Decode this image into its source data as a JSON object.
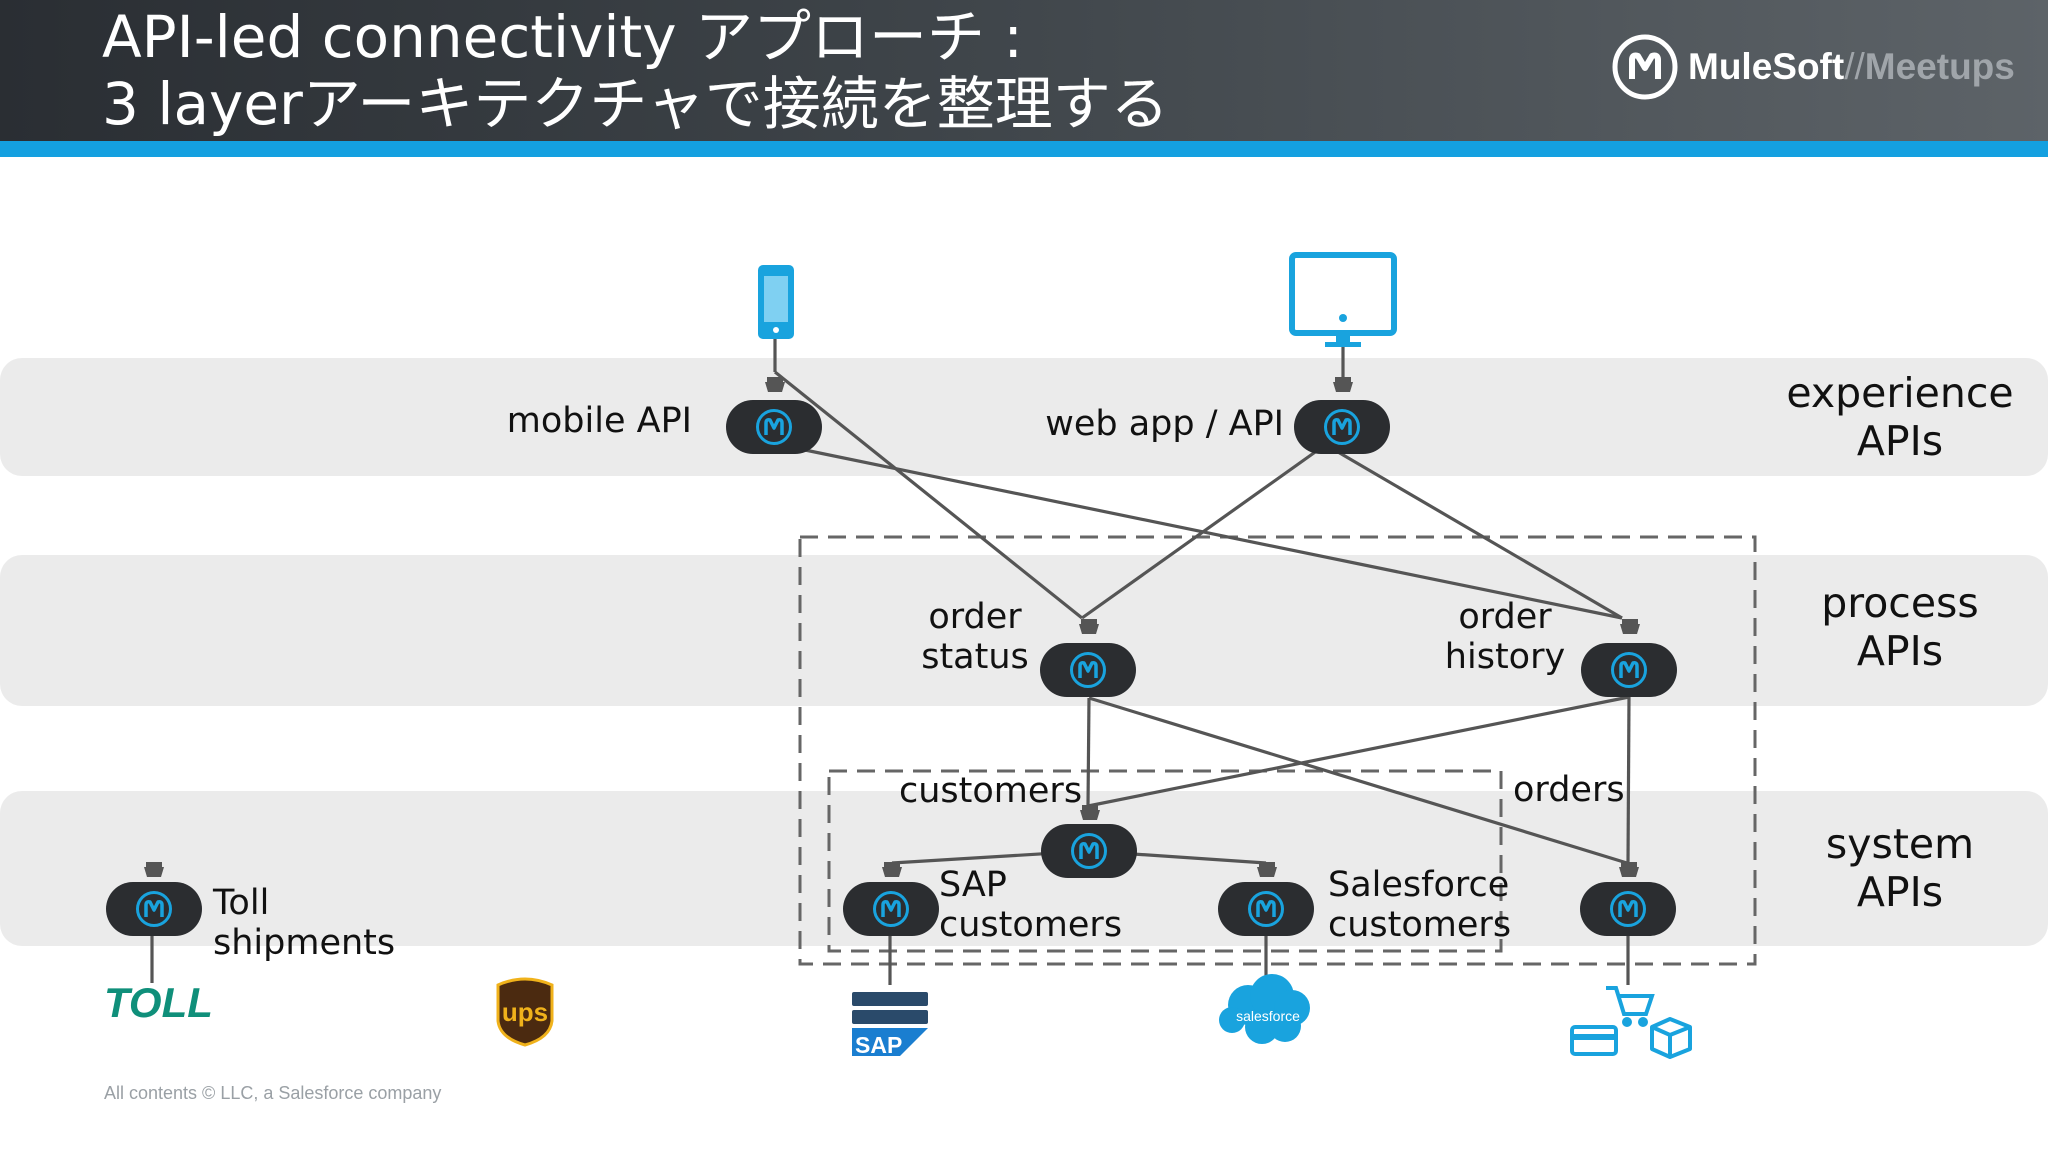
{
  "header": {
    "title_line1": "API-led connectivity アプローチ :",
    "title_line2": "3 layerアーキテクチャで接続を整理する",
    "logo_brand": "MuleSoft",
    "logo_slash": "//",
    "logo_sub": "Meetups"
  },
  "layers": {
    "experience": [
      "experience",
      "APIs"
    ],
    "process": [
      "process",
      "APIs"
    ],
    "system": [
      "system",
      "APIs"
    ]
  },
  "nodes": {
    "mobile_api": "mobile API",
    "web_app_api": "web app / API",
    "order_status": [
      "order",
      "status"
    ],
    "order_history": [
      "order",
      "history"
    ],
    "customers": "customers",
    "orders": "orders",
    "sap_customers": [
      "SAP",
      "customers"
    ],
    "salesforce_customers": [
      "Salesforce",
      "customers"
    ],
    "toll_shipments": [
      "Toll",
      "shipments"
    ]
  },
  "systems": {
    "toll": "TOLL",
    "ups": "ups",
    "sap": "SAP",
    "salesforce": "salesforce"
  },
  "footer": "All contents © LLC, a Salesforce company",
  "colors": {
    "accent_blue": "#14a0e0",
    "node_dark": "#2b2d30",
    "band_gray": "#ebebeb",
    "line_gray": "#555555"
  },
  "icons": [
    "mobile-phone-icon",
    "desktop-monitor-icon",
    "mulesoft-node-icon",
    "shopping-cart-icon",
    "credit-card-icon",
    "package-box-icon"
  ]
}
